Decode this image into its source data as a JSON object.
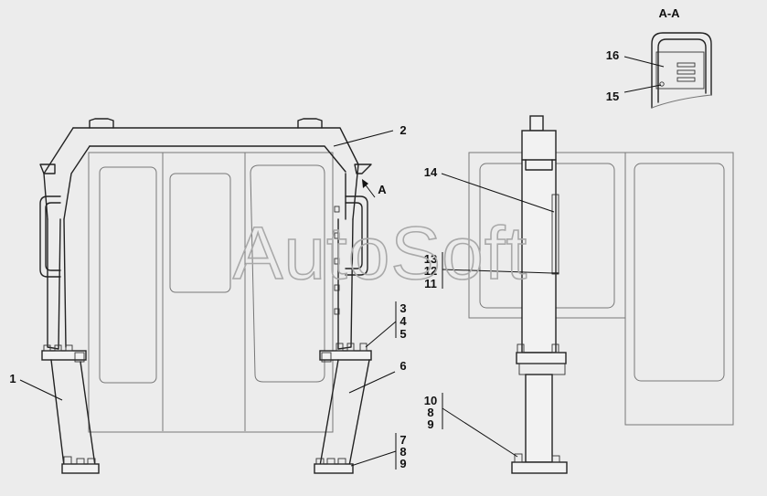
{
  "watermark": "AutoSoft",
  "section_title": "A-A",
  "view_arrow_label": "A",
  "callouts": {
    "c1": "1",
    "c2": "2",
    "c3": "3",
    "c4": "4",
    "c5": "5",
    "c6": "6",
    "c7": "7",
    "c8a": "8",
    "c9a": "9",
    "c10": "10",
    "c8b": "8",
    "c9b": "9",
    "c11": "11",
    "c12": "12",
    "c13": "13",
    "c14": "14",
    "c15": "15",
    "c16": "16"
  }
}
